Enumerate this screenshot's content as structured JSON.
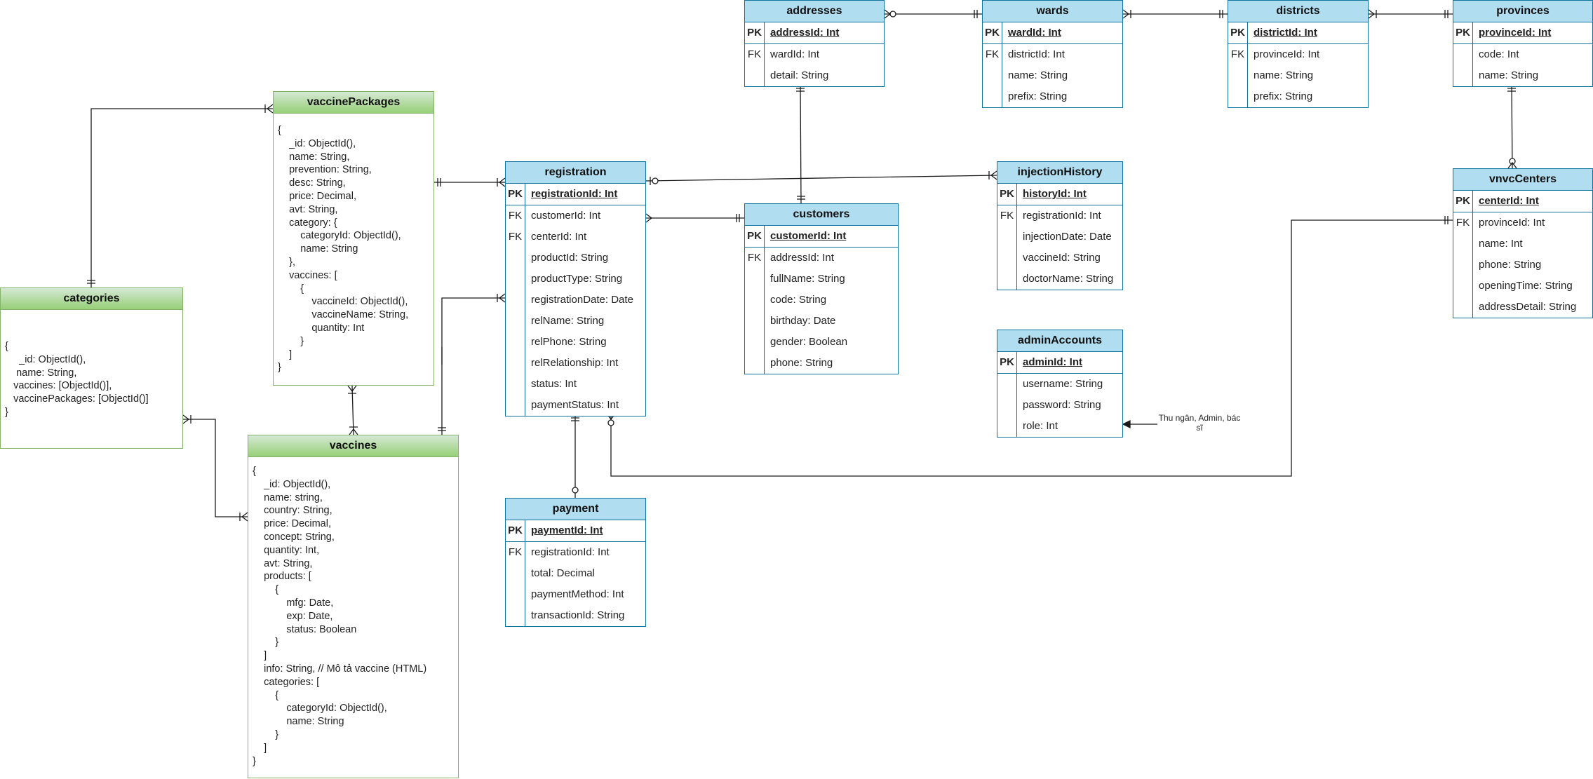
{
  "relational_tables": [
    {
      "id": "addresses",
      "title": "addresses",
      "rows": [
        {
          "key": "PK",
          "name": "addressId: Int"
        },
        {
          "key": "FK",
          "name": "wardId: Int"
        },
        {
          "key": "",
          "name": "detail: String"
        }
      ]
    },
    {
      "id": "wards",
      "title": "wards",
      "rows": [
        {
          "key": "PK",
          "name": "wardId: Int"
        },
        {
          "key": "FK",
          "name": "districtId: Int"
        },
        {
          "key": "",
          "name": "name: String"
        },
        {
          "key": "",
          "name": "prefix: String"
        }
      ]
    },
    {
      "id": "districts",
      "title": "districts",
      "rows": [
        {
          "key": "PK",
          "name": "districtId: Int"
        },
        {
          "key": "FK",
          "name": "provinceId: Int"
        },
        {
          "key": "",
          "name": "name: String"
        },
        {
          "key": "",
          "name": "prefix: String"
        }
      ]
    },
    {
      "id": "provinces",
      "title": "provinces",
      "rows": [
        {
          "key": "PK",
          "name": "provinceId: Int"
        },
        {
          "key": "",
          "name": "code: Int"
        },
        {
          "key": "",
          "name": "name: String"
        }
      ]
    },
    {
      "id": "registration",
      "title": "registration",
      "rows": [
        {
          "key": "PK",
          "name": "registrationId: Int"
        },
        {
          "key": "FK",
          "name": "customerId: Int"
        },
        {
          "key": "FK",
          "name": "centerId: Int"
        },
        {
          "key": "",
          "name": "productId: String"
        },
        {
          "key": "",
          "name": "productType: String"
        },
        {
          "key": "",
          "name": "registrationDate: Date"
        },
        {
          "key": "",
          "name": "relName: String"
        },
        {
          "key": "",
          "name": "relPhone: String"
        },
        {
          "key": "",
          "name": "relRelationship: Int"
        },
        {
          "key": "",
          "name": "status: Int"
        },
        {
          "key": "",
          "name": "paymentStatus: Int"
        }
      ]
    },
    {
      "id": "customers",
      "title": "customers",
      "rows": [
        {
          "key": "PK",
          "name": "customerId: Int"
        },
        {
          "key": "FK",
          "name": "addressId: Int"
        },
        {
          "key": "",
          "name": "fullName: String"
        },
        {
          "key": "",
          "name": "code: String"
        },
        {
          "key": "",
          "name": "birthday: Date"
        },
        {
          "key": "",
          "name": "gender: Boolean"
        },
        {
          "key": "",
          "name": "phone: String"
        }
      ]
    },
    {
      "id": "injectionHistory",
      "title": "injectionHistory",
      "rows": [
        {
          "key": "PK",
          "name": "historyId: Int"
        },
        {
          "key": "FK",
          "name": "registrationId: Int"
        },
        {
          "key": "",
          "name": "injectionDate: Date"
        },
        {
          "key": "",
          "name": "vaccineId: String"
        },
        {
          "key": "",
          "name": "doctorName: String"
        }
      ]
    },
    {
      "id": "adminAccounts",
      "title": "adminAccounts",
      "rows": [
        {
          "key": "PK",
          "name": "adminId: Int"
        },
        {
          "key": "",
          "name": "username: String"
        },
        {
          "key": "",
          "name": "password: String"
        },
        {
          "key": "",
          "name": "role: Int"
        }
      ]
    },
    {
      "id": "vnvcCenters",
      "title": "vnvcCenters",
      "rows": [
        {
          "key": "PK",
          "name": "centerId: Int"
        },
        {
          "key": "FK",
          "name": "provinceId: Int"
        },
        {
          "key": "",
          "name": "name: Int"
        },
        {
          "key": "",
          "name": "phone: String"
        },
        {
          "key": "",
          "name": "openingTime: String"
        },
        {
          "key": "",
          "name": "addressDetail: String"
        }
      ]
    },
    {
      "id": "payment",
      "title": "payment",
      "rows": [
        {
          "key": "PK",
          "name": "paymentId: Int"
        },
        {
          "key": "FK",
          "name": "registrationId: Int"
        },
        {
          "key": "",
          "name": "total: Decimal"
        },
        {
          "key": "",
          "name": "paymentMethod: Int"
        },
        {
          "key": "",
          "name": "transactionId: String"
        }
      ]
    }
  ],
  "document_collections": [
    {
      "id": "vaccinePackages",
      "title": "vaccinePackages",
      "body": "{\n    _id: ObjectId(),\n    name: String,\n    prevention: String,\n    desc: String,\n    price: Decimal,\n    avt: String,\n    category: {\n        categoryId: ObjectId(),\n        name: String\n    },\n    vaccines: [\n        {\n            vaccineId: ObjectId(),\n            vaccineName: String,\n            quantity: Int\n        }\n    ]\n}"
    },
    {
      "id": "categories",
      "title": "categories",
      "body": "{\n     _id: ObjectId(),\n    name: String,\n   vaccines: [ObjectId()],\n   vaccinePackages: [ObjectId()]\n}"
    },
    {
      "id": "vaccines",
      "title": "vaccines",
      "body": "{\n    _id: ObjectId(),\n    name: string,\n    country: String,\n    price: Decimal,\n    concept: String,\n    quantity: Int,\n    avt: String,\n    products: [\n        {\n            mfg: Date,\n            exp: Date,\n            status: Boolean\n        }\n    ]\n    info: String, // Mô tả vaccine (HTML)\n    categories: [\n        {\n            categoryId: ObjectId(),\n            name: String\n        }\n    ]\n}"
    }
  ],
  "annotations": {
    "admin_role_note": "Thu ngân, Admin, bác sĩ"
  }
}
